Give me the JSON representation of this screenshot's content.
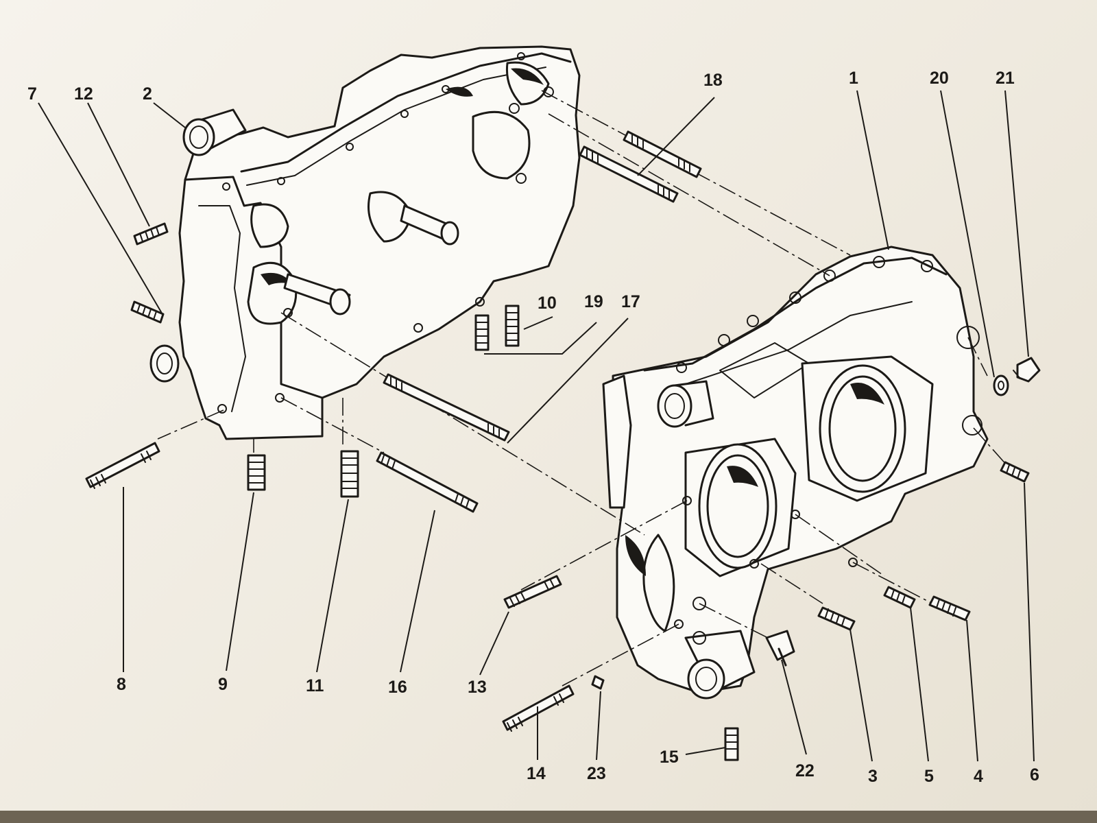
{
  "labels": [
    {
      "name": "label-1",
      "text": "1"
    },
    {
      "name": "label-2",
      "text": "2"
    },
    {
      "name": "label-3",
      "text": "3"
    },
    {
      "name": "label-4",
      "text": "4"
    },
    {
      "name": "label-5",
      "text": "5"
    },
    {
      "name": "label-6",
      "text": "6"
    },
    {
      "name": "label-7",
      "text": "7"
    },
    {
      "name": "label-8",
      "text": "8"
    },
    {
      "name": "label-9",
      "text": "9"
    },
    {
      "name": "label-10",
      "text": "10"
    },
    {
      "name": "label-11",
      "text": "11"
    },
    {
      "name": "label-12",
      "text": "12"
    },
    {
      "name": "label-13",
      "text": "13"
    },
    {
      "name": "label-14",
      "text": "14"
    },
    {
      "name": "label-15",
      "text": "15"
    },
    {
      "name": "label-16",
      "text": "16"
    },
    {
      "name": "label-17",
      "text": "17"
    },
    {
      "name": "label-18",
      "text": "18"
    },
    {
      "name": "label-19",
      "text": "19"
    },
    {
      "name": "label-20",
      "text": "20"
    },
    {
      "name": "label-21",
      "text": "21"
    },
    {
      "name": "label-22",
      "text": "22"
    },
    {
      "name": "label-23",
      "text": "23"
    }
  ]
}
